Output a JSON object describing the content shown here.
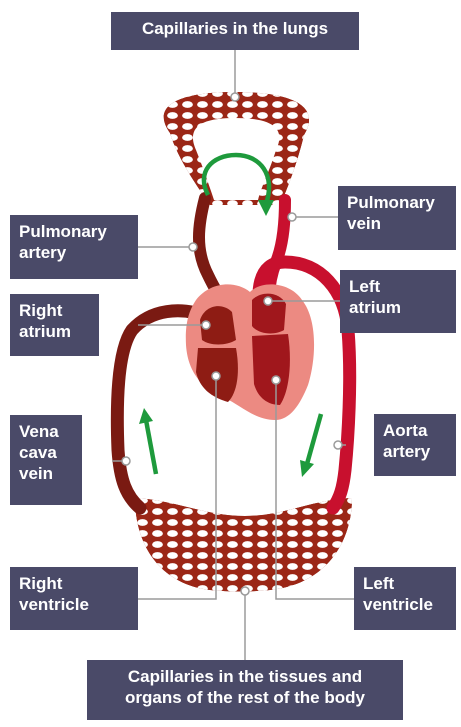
{
  "labels": {
    "capillaries_lungs": "Capillaries in the lungs",
    "pulmonary_artery": "Pulmonary\nartery",
    "pulmonary_vein": "Pulmonary\nvein",
    "right_atrium": "Right\natrium",
    "left_atrium": "Left\natrium",
    "vena_cava": "Vena\ncava\nvein",
    "aorta": "Aorta\nartery",
    "right_ventricle": "Right\nventricle",
    "left_ventricle": "Left\nventricle",
    "capillaries_body": "Capillaries in the tissues and\norgans of the rest of the body"
  },
  "colors": {
    "label_bg": "#4a4a68",
    "label_text": "#ffffff",
    "oxygenated": "#c8102e",
    "deoxygenated": "#7a1a12",
    "heart_body": "#ec8a82",
    "heart_chamber": "#8e1c14",
    "arrow": "#1e9a3c",
    "leader": "#9a9a9a"
  },
  "icons": [
    "flow-arrow-icon"
  ]
}
